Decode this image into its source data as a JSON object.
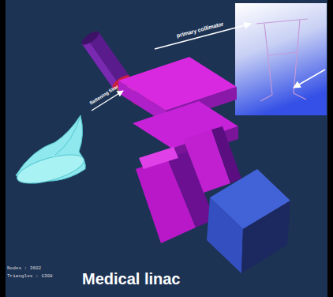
{
  "diagram": {
    "caption": "Medical linac",
    "labels": [
      "primary collimator",
      "flattening filter",
      "Nodes : 3602",
      "Triangles : 1308"
    ]
  }
}
